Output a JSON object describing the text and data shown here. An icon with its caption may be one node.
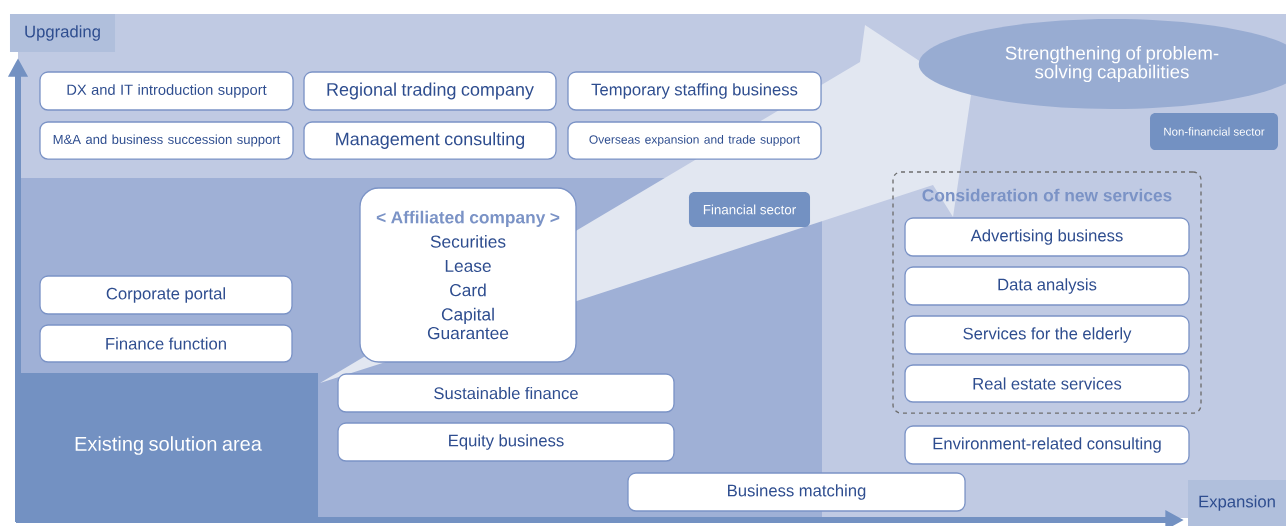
{
  "diagram": {
    "nodes": [
      {
        "text": [
          "Upgrading"
        ]
      },
      {
        "text": [
          "Strengthening of problem-solving capabilities"
        ]
      },
      {
        "text": [
          "DX and IT introduction support"
        ]
      },
      {
        "text": [
          "Regional trading company"
        ]
      },
      {
        "text": [
          "Temporary staffing business"
        ]
      },
      {
        "text": [
          "M&A and business succession support"
        ]
      },
      {
        "text": [
          "Management consulting"
        ]
      },
      {
        "text": [
          "Overseas expansion and trade support"
        ]
      },
      {
        "text": [
          "Non-financial sector"
        ]
      },
      {
        "text": [
          "< Affiliated company >",
          "Securities",
          "Lease",
          "Card",
          "Capital",
          "Guarantee"
        ]
      },
      {
        "text": [
          "Financial sector"
        ]
      },
      {
        "text": [
          "Consideration of new services"
        ]
      },
      {
        "text": [
          "Advertising business"
        ],
        "in": 11
      },
      {
        "text": [
          "Data analysis"
        ],
        "in": 11
      },
      {
        "text": [
          "Services for the elderly"
        ],
        "in": 11
      },
      {
        "text": [
          "Real estate services"
        ],
        "in": 11
      },
      {
        "text": [
          "Corporate portal"
        ]
      },
      {
        "text": [
          "Finance function"
        ]
      },
      {
        "text": [
          "Sustainable finance"
        ]
      },
      {
        "text": [
          "Equity business"
        ]
      },
      {
        "text": [
          "Existing solution area"
        ]
      },
      {
        "text": [
          "Environment-related consulting"
        ]
      },
      {
        "text": [
          "Business matching"
        ]
      },
      {
        "text": [
          "Expansion"
        ]
      }
    ]
  }
}
